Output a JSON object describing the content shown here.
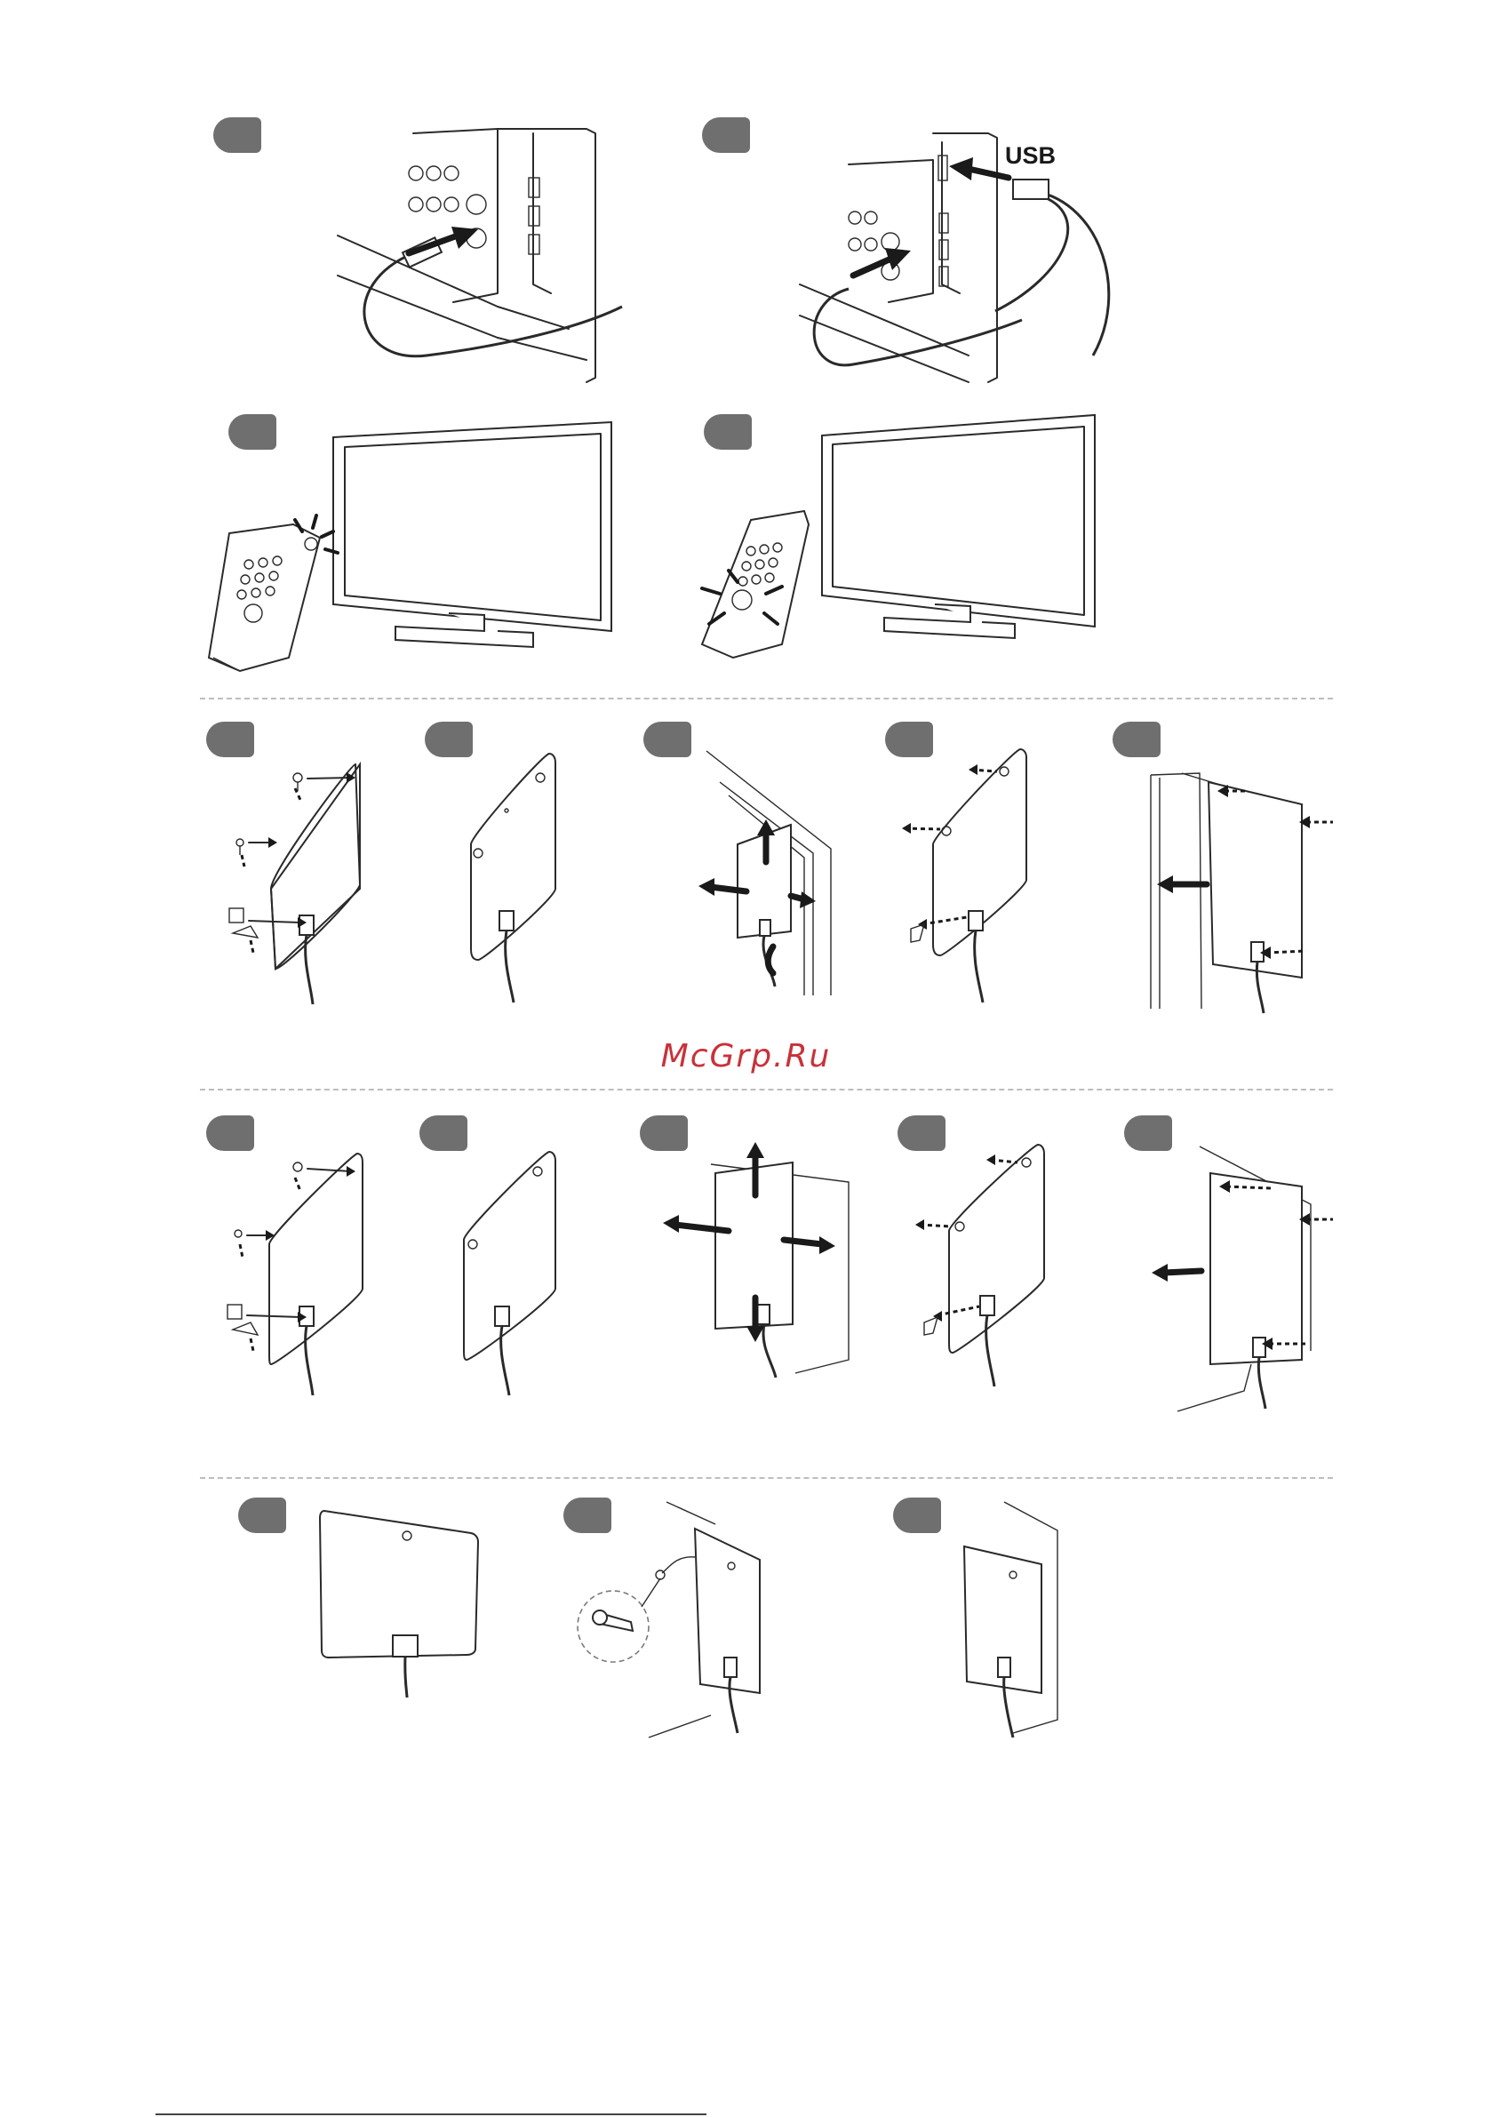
{
  "watermark": "McGrp.Ru",
  "usb_label": "USB",
  "sections": [
    {
      "name": "tv-connection",
      "steps": 4
    },
    {
      "name": "window-mounting",
      "steps": 5
    },
    {
      "name": "wall-mounting",
      "steps": 5
    },
    {
      "name": "hanging",
      "steps": 3
    }
  ],
  "colors": {
    "badge": "#6f6f6f",
    "watermark": "#c8323a",
    "divider": "#bdbdbd"
  }
}
